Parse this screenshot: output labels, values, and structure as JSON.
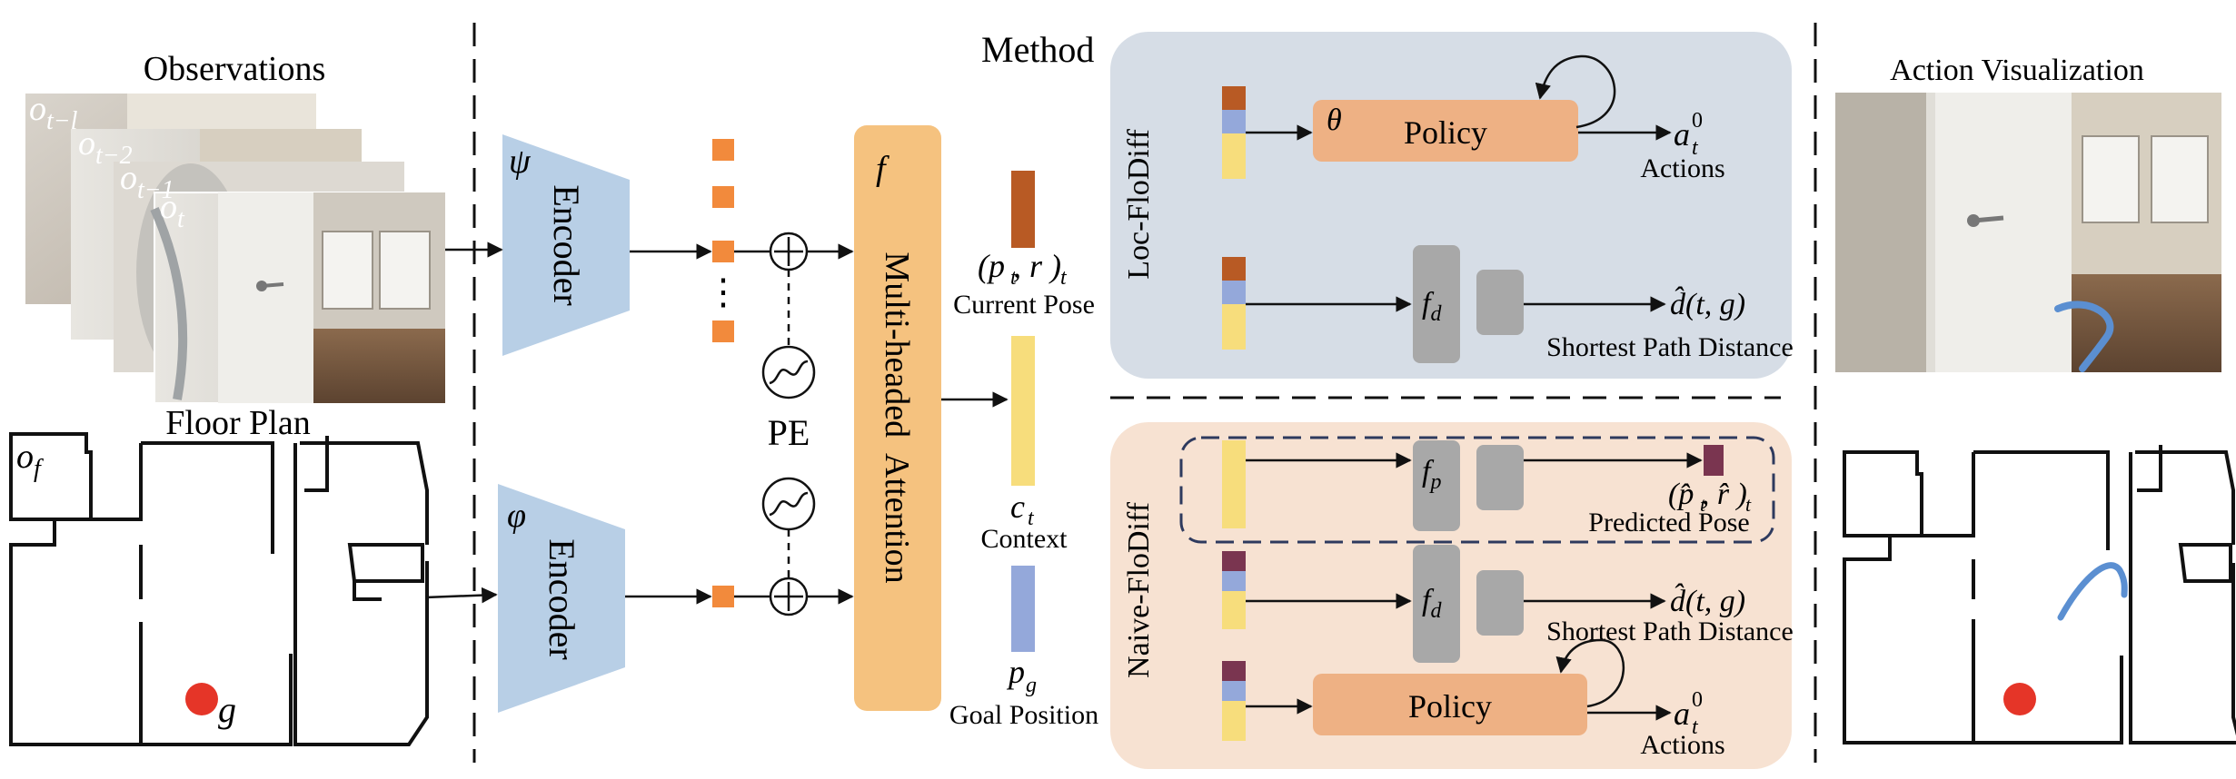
{
  "headers": {
    "observations": "Observations",
    "floor_plan": "Floor Plan",
    "method": "Method",
    "action_visualization": "Action Visualization"
  },
  "symbols": {
    "o": "o",
    "o_sub_t_minus_l": "t−l",
    "o_sub_t_minus_2": "t−2",
    "o_sub_t_minus_1": "t−1",
    "o_sub_t": "t",
    "o_sub_f": "f",
    "goal": "g",
    "psi": "ψ",
    "phi": "φ",
    "f": "f",
    "theta": "θ",
    "f_d_main": "f",
    "f_d_sub": "d",
    "f_p_main": "f",
    "f_p_sub": "p",
    "plus": "+",
    "ellipsis": "⋮"
  },
  "encoders": {
    "top_label": "Encoder",
    "bottom_label": "Encoder"
  },
  "pe_label": "PE",
  "attention_label": "Multi-headed  Attention",
  "outputs": {
    "pose_math": "(p , r )",
    "pose_math_sub": "t",
    "pose_label": "Current Pose",
    "context_math": "c",
    "context_sub": "t",
    "context_label": "Context",
    "goal_math": "p",
    "goal_sub": "g",
    "goal_label": "Goal Position"
  },
  "loc_flodiff": {
    "title": "Loc-FloDiff",
    "policy_label": "Policy",
    "action_math": "a",
    "action_sup": "0",
    "action_sub": "t",
    "actions_label": "Actions",
    "distance_math": "d̂(t, g)",
    "distance_label": "Shortest Path Distance"
  },
  "naive_flodiff": {
    "title": "Naive-FloDiff",
    "pred_pose_math": "(p̂ , r̂ )",
    "pred_pose_sub": "t",
    "pred_pose_label": "Predicted Pose",
    "distance_math": "d̂(t, g)",
    "distance_label": "Shortest Path Distance",
    "policy_label": "Policy",
    "action_math": "a",
    "action_sup": "0",
    "action_sub": "t",
    "actions_label": "Actions"
  },
  "colors": {
    "encoder": "#b8cfe6",
    "attention": "#f5c27f",
    "token": "#f28a3c",
    "pose": "#b85a24",
    "context": "#f7dd7c",
    "goal": "#94a8da",
    "loc_bg": "#d6dde6",
    "naive_bg": "#f7e2d2",
    "policy": "#eeb184",
    "gray_block": "#a8a8a8",
    "pred_pose": "#7a3550",
    "goal_dot": "#e53528",
    "trajectory": "#5b8fd1"
  }
}
